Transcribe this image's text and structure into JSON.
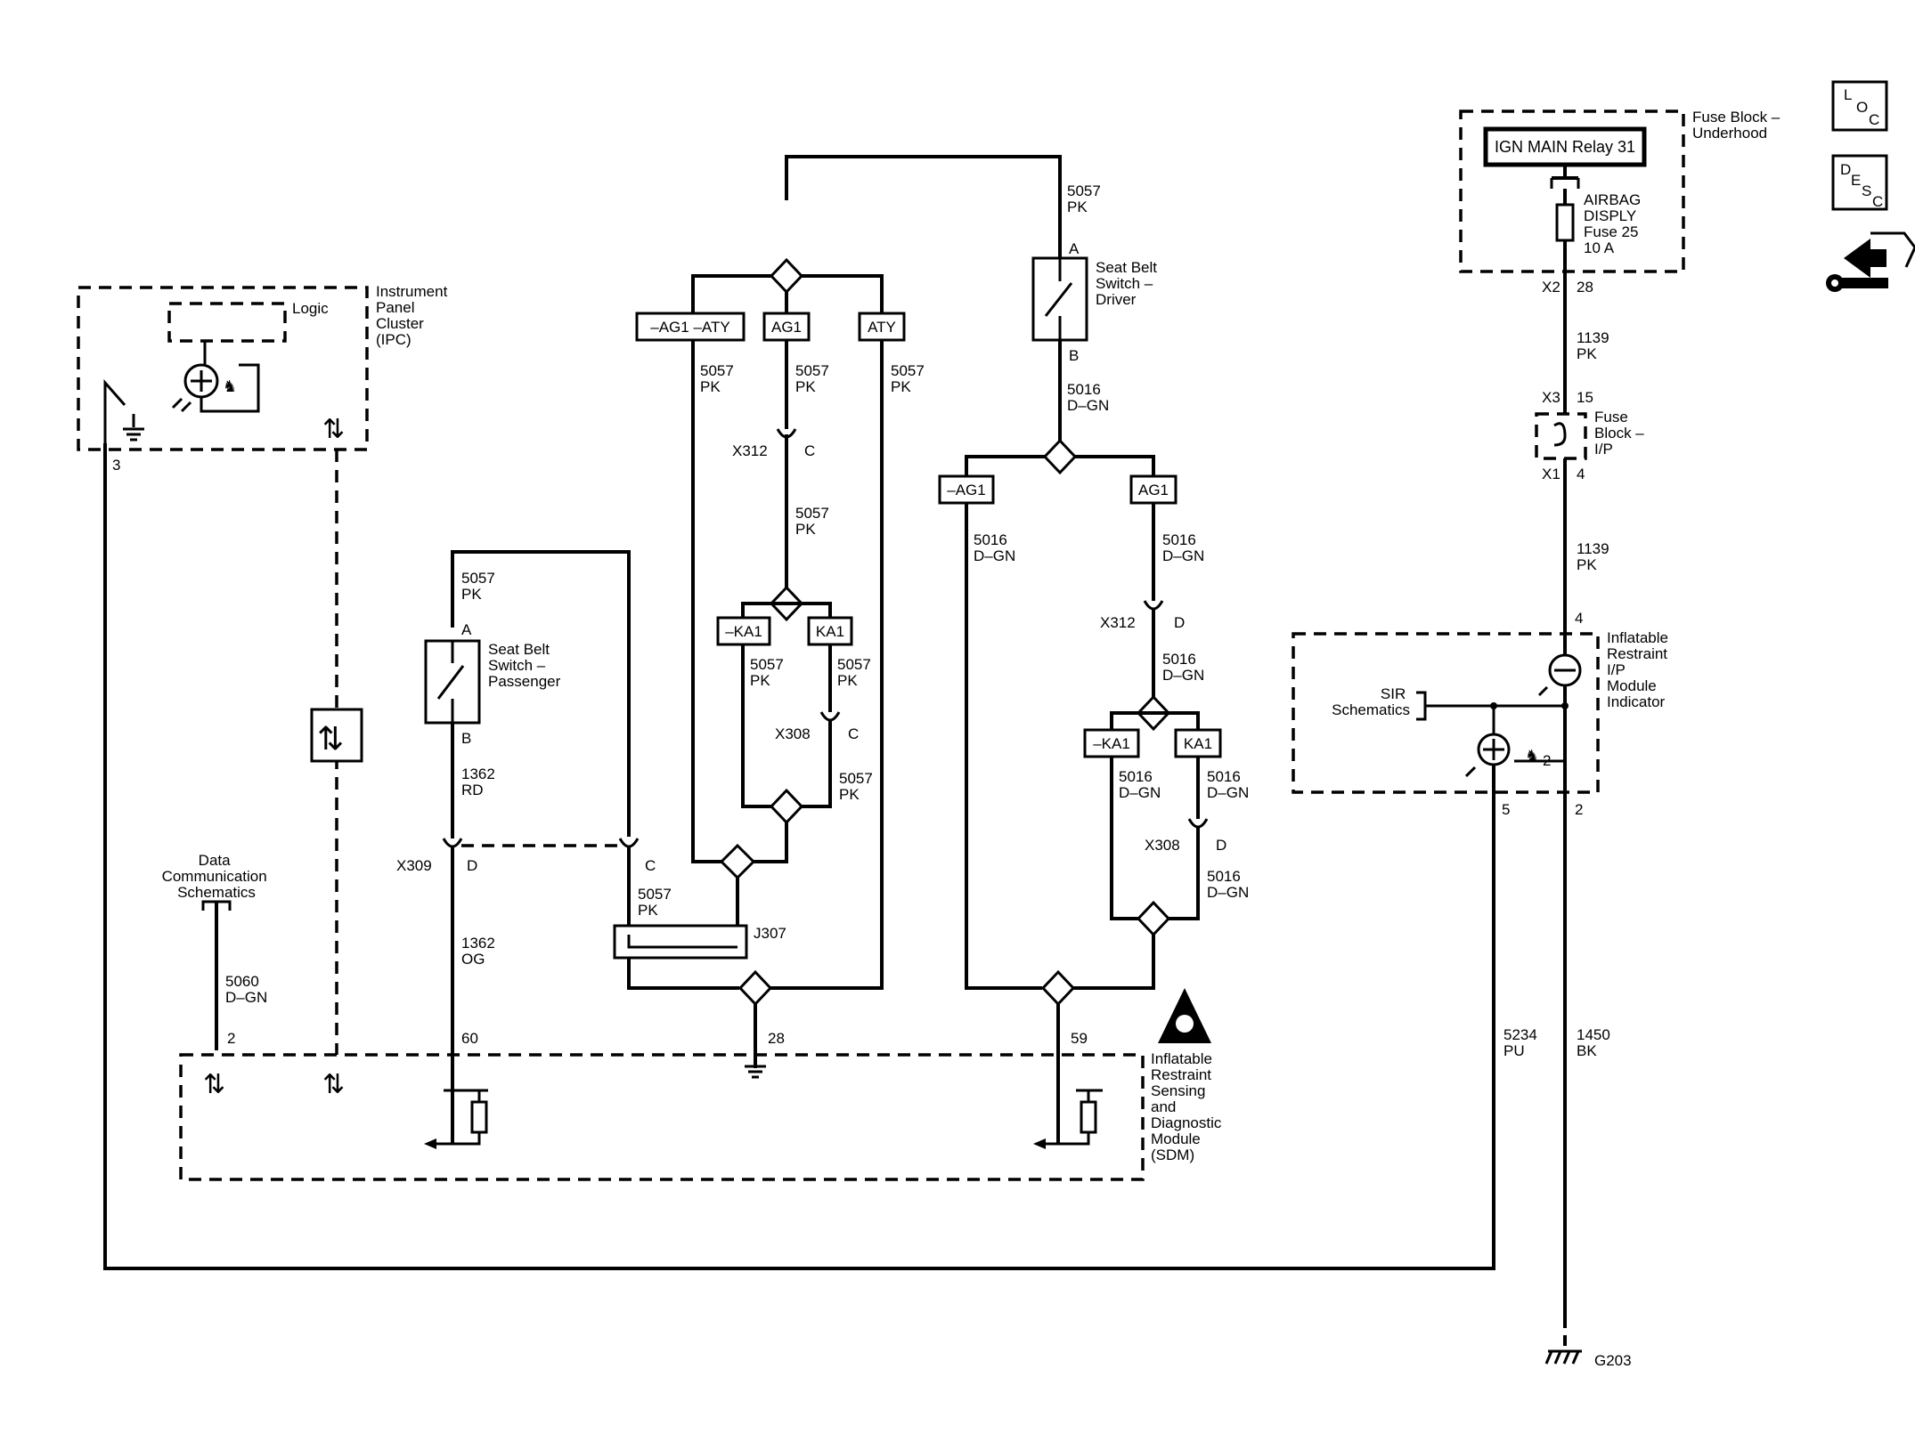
{
  "modules": {
    "ipc": [
      "Instrument",
      "Panel",
      "Cluster",
      "(IPC)"
    ],
    "ipc_logic": "Logic",
    "fuse_underhood": [
      "Fuse Block –",
      "Underhood"
    ],
    "ign_relay": "IGN MAIN Relay 31",
    "airbag_fuse": [
      "AIRBAG",
      "DISPLY",
      "Fuse 25",
      "10 A"
    ],
    "fuse_ip": [
      "Fuse",
      "Block –",
      "I/P"
    ],
    "seat_belt_driver": [
      "Seat Belt",
      "Switch –",
      "Driver"
    ],
    "seat_belt_passenger": [
      "Seat Belt",
      "Switch –",
      "Passenger"
    ],
    "ir_indicator": [
      "Inflatable",
      "Restraint",
      "I/P",
      "Module",
      "Indicator"
    ],
    "sir_schematics": [
      "SIR",
      "Schematics"
    ],
    "data_comm": [
      "Data",
      "Communication",
      "Schematics"
    ],
    "sdm": [
      "Inflatable",
      "Restraint",
      "Sensing",
      "and",
      "Diagnostic",
      "Module",
      "(SDM)"
    ],
    "splice_j307": "J307",
    "ground_g203": "G203"
  },
  "option_boxes": {
    "ag1_aty_neg": "–AG1 –ATY",
    "ag1": "AG1",
    "aty": "ATY",
    "ka1_neg_left": "–KA1",
    "ka1_left": "KA1",
    "ag1_neg_right": "–AG1",
    "ag1_right": "AG1",
    "ka1_neg_right": "–KA1",
    "ka1_right": "KA1"
  },
  "wires": {
    "w5057_top": [
      "5057",
      "PK"
    ],
    "w5016_driver": [
      "5016",
      "D–GN"
    ],
    "w5057_a": [
      "5057",
      "PK"
    ],
    "w5057_b": [
      "5057",
      "PK"
    ],
    "w5057_c": [
      "5057",
      "PK"
    ],
    "w5057_d": [
      "5057",
      "PK"
    ],
    "w5057_e": [
      "5057",
      "PK"
    ],
    "w5057_f": [
      "5057",
      "PK"
    ],
    "w5057_g": [
      "5057",
      "PK"
    ],
    "w5057_h": [
      "5057",
      "PK"
    ],
    "w5057_pass": [
      "5057",
      "PK"
    ],
    "w1362_rd": [
      "1362",
      "RD"
    ],
    "w1362_og": [
      "1362",
      "OG"
    ],
    "w5016_a": [
      "5016",
      "D–GN"
    ],
    "w5016_b": [
      "5016",
      "D–GN"
    ],
    "w5016_c": [
      "5016",
      "D–GN"
    ],
    "w5016_d": [
      "5016",
      "D–GN"
    ],
    "w5016_e": [
      "5016",
      "D–GN"
    ],
    "w5016_f": [
      "5016",
      "D–GN"
    ],
    "w5060": [
      "5060",
      "D–GN"
    ],
    "w1139_a": [
      "1139",
      "PK"
    ],
    "w1139_b": [
      "1139",
      "PK"
    ],
    "w5234": [
      "5234",
      "PU"
    ],
    "w1450": [
      "1450",
      "BK"
    ]
  },
  "connectors": {
    "x312_c": "X312",
    "x312_c_pin": "C",
    "x312_d": "X312",
    "x312_d_pin": "D",
    "x308_c": "X308",
    "x308_c_pin": "C",
    "x308_d": "X308",
    "x308_d_pin": "D",
    "x309": "X309",
    "x309_pin": "D",
    "x309_c_pin": "C",
    "x2": "X2",
    "x2_pin": "28",
    "x3": "X3",
    "x3_pin": "15",
    "x1": "X1",
    "x1_pin": "4"
  },
  "pins": {
    "driver_a": "A",
    "driver_b": "B",
    "pass_a": "A",
    "pass_b": "B",
    "ipc_3": "3",
    "sdm_2": "2",
    "sdm_60": "60",
    "sdm_28": "28",
    "sdm_59": "59",
    "ind_4": "4",
    "ind_5": "5",
    "ind_2": "2",
    "seatbelt_2": "2"
  },
  "nav_icons": {
    "loc": [
      "L",
      "O",
      "C"
    ],
    "desc": [
      "D",
      "E",
      "S",
      "C"
    ]
  }
}
